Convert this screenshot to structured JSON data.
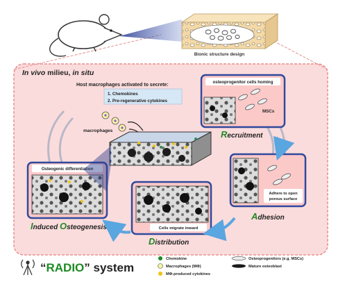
{
  "bionic_label": "Bionic structure design",
  "milieu": {
    "part1": "In vivo",
    "part2": " milieu, ",
    "part3": "in situ"
  },
  "host_box": {
    "title": "Host macrophages activated to secrete:",
    "item1": "1. Chemokines",
    "item2": "2. Pre-regenerative cytokines"
  },
  "macrophages_label": "macrophages",
  "recruitment": {
    "header": "osteoprogenitor cells homing",
    "mscs": "MSCs",
    "cap": "R",
    "rest": "ecruitment"
  },
  "adhesion": {
    "note_line1": "Adhere to open",
    "note_line2": "porous surface",
    "cap": "A",
    "rest": "dhesion"
  },
  "distribution": {
    "note": "Cells migrate inward",
    "cap": "D",
    "rest": "istribution"
  },
  "osteogenesis": {
    "header": "Osteogenic differentiation",
    "cap1": "I",
    "rest1": "nduced ",
    "cap2": "O",
    "rest2": "steogenesis"
  },
  "system": {
    "quote_open": "“",
    "name": "RADIO",
    "quote_close": "”",
    "word": " system"
  },
  "legend": {
    "chemokine": "Chemokine",
    "macrophages": "Macrophages (MΦ)",
    "cytokines": "MΦ-produced cytokines",
    "osteoprogenitors": "Osteoprogenitors (e.g. MSCs)",
    "osteoblast": "Mature osteoblast"
  },
  "colors": {
    "panel_bg": "#fbdcdc",
    "panel_border": "#e88f8f",
    "box_blue": "#2f4a9c",
    "green_letter": "#1e8a24",
    "arrow_blue": "#5aa6e0"
  },
  "icons": [
    "mouse-icon",
    "antenna-icon",
    "curved-arrow-icon"
  ]
}
